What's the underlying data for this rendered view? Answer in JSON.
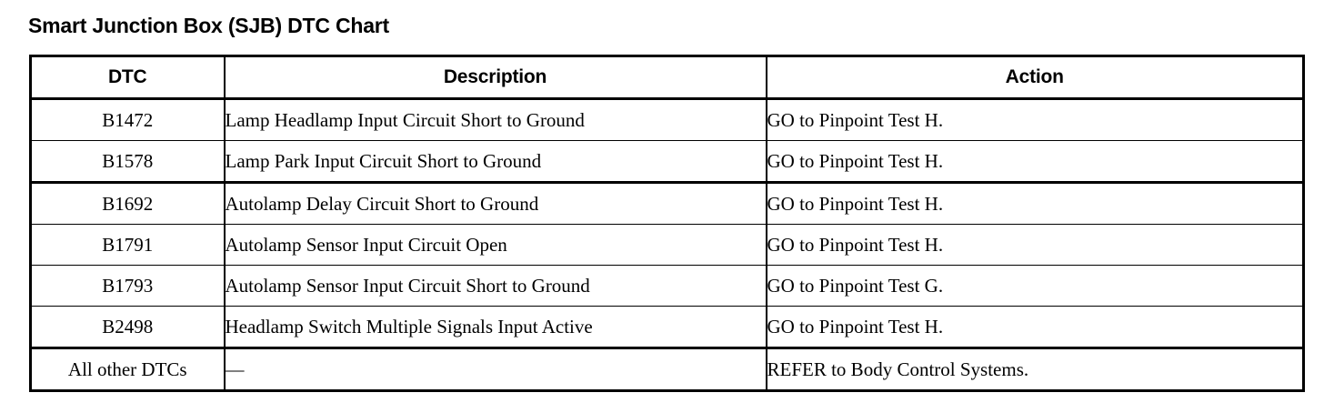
{
  "document": {
    "title": "Smart Junction Box (SJB) DTC Chart"
  },
  "table": {
    "columns": [
      {
        "key": "dtc",
        "label": "DTC",
        "align": "center"
      },
      {
        "key": "description",
        "label": "Description",
        "align": "left"
      },
      {
        "key": "action",
        "label": "Action",
        "align": "left"
      }
    ],
    "rows": [
      {
        "dtc": "B1472",
        "description": "Lamp Headlamp Input Circuit Short to Ground",
        "action": "GO to Pinpoint Test H."
      },
      {
        "dtc": "B1578",
        "description": "Lamp Park Input Circuit Short to Ground",
        "action": "GO to Pinpoint Test H."
      },
      {
        "dtc": "B1692",
        "description": "Autolamp Delay Circuit Short to Ground",
        "action": "GO to Pinpoint Test H."
      },
      {
        "dtc": "B1791",
        "description": "Autolamp Sensor Input Circuit Open",
        "action": "GO to Pinpoint Test H."
      },
      {
        "dtc": "B1793",
        "description": "Autolamp Sensor Input Circuit Short to Ground",
        "action": "GO to Pinpoint Test G."
      },
      {
        "dtc": "B2498",
        "description": "Headlamp Switch Multiple Signals Input Active",
        "action": "GO to Pinpoint Test H."
      },
      {
        "dtc": "All other DTCs",
        "description": "—",
        "action": "REFER to Body Control Systems."
      }
    ]
  },
  "colors": {
    "text": "#000000",
    "background": "#ffffff",
    "rule": "#000000"
  }
}
